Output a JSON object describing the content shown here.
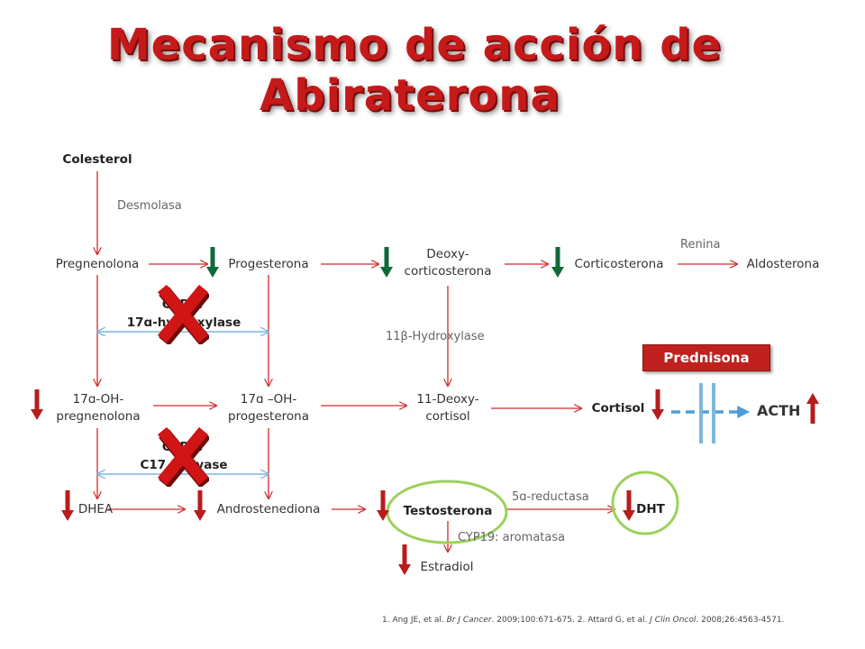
{
  "title": {
    "line1": "Mecanismo de acción de",
    "line2": "Abiraterona"
  },
  "nodes": {
    "colesterol": "Colesterol",
    "pregnenolona": "Pregnenolona",
    "progesterona": "Progesterona",
    "deoxycorticosterona_1": "Deoxy-",
    "deoxycorticosterona_2": "corticosterona",
    "corticosterona": "Corticosterona",
    "aldosterona": "Aldosterona",
    "oh_pregnenolona_1": "17ɑ-OH-",
    "oh_pregnenolona_2": "pregnenolona",
    "oh_progesterona_1": "17ɑ –OH-",
    "oh_progesterona_2": "progesterona",
    "deoxycortisol_1": "11-Deoxy-",
    "deoxycortisol_2": "cortisol",
    "cortisol": "Cortisol",
    "dhea": "DHEA",
    "androstenediona": "Androstenediona",
    "testosterona": "Testosterona",
    "dht": "DHT",
    "estradiol": "Estradiol",
    "acth": "ACTH"
  },
  "enzymes": {
    "desmolasa": "Desmolasa",
    "renina": "Renina",
    "hidroxilasa_11b": "11β-Hydroxylase",
    "cyp17_top_1": "CYP17",
    "cyp17_top_2": "17ɑ-hydroxylase",
    "cyp17_bottom_1": "CYP17",
    "cyp17_bottom_2": "C17,20 lyase",
    "reductasa": "5ɑ-reductasa",
    "aromatasa": "CYP19: aromatasa"
  },
  "badge": "Prednisona",
  "reference": {
    "part1": "1. Ang JE, et al. ",
    "journal1": "Br J Cancer",
    "part2": ". 2009;100:671-675.  2. Attard G, et al. ",
    "journal2": "J Clin Oncol",
    "part3": ". 2008;26:4563-4571."
  },
  "colors": {
    "title": "#c61a1a",
    "pathway_arrow": "#d12a2a",
    "down_arrow_red": "#b81c1c",
    "down_arrow_green": "#0f6a3a",
    "inhibition_x": "#d11414",
    "blue_arrow": "#7fb6dd",
    "highlight_circle": "#9bd15a",
    "badge_bg": "#c0211e"
  },
  "icons": {
    "inhibition": "red-x-icon",
    "decrease_red": "red-down-arrow-icon",
    "decrease_green": "green-down-arrow-icon",
    "increase_red": "red-up-arrow-icon"
  }
}
